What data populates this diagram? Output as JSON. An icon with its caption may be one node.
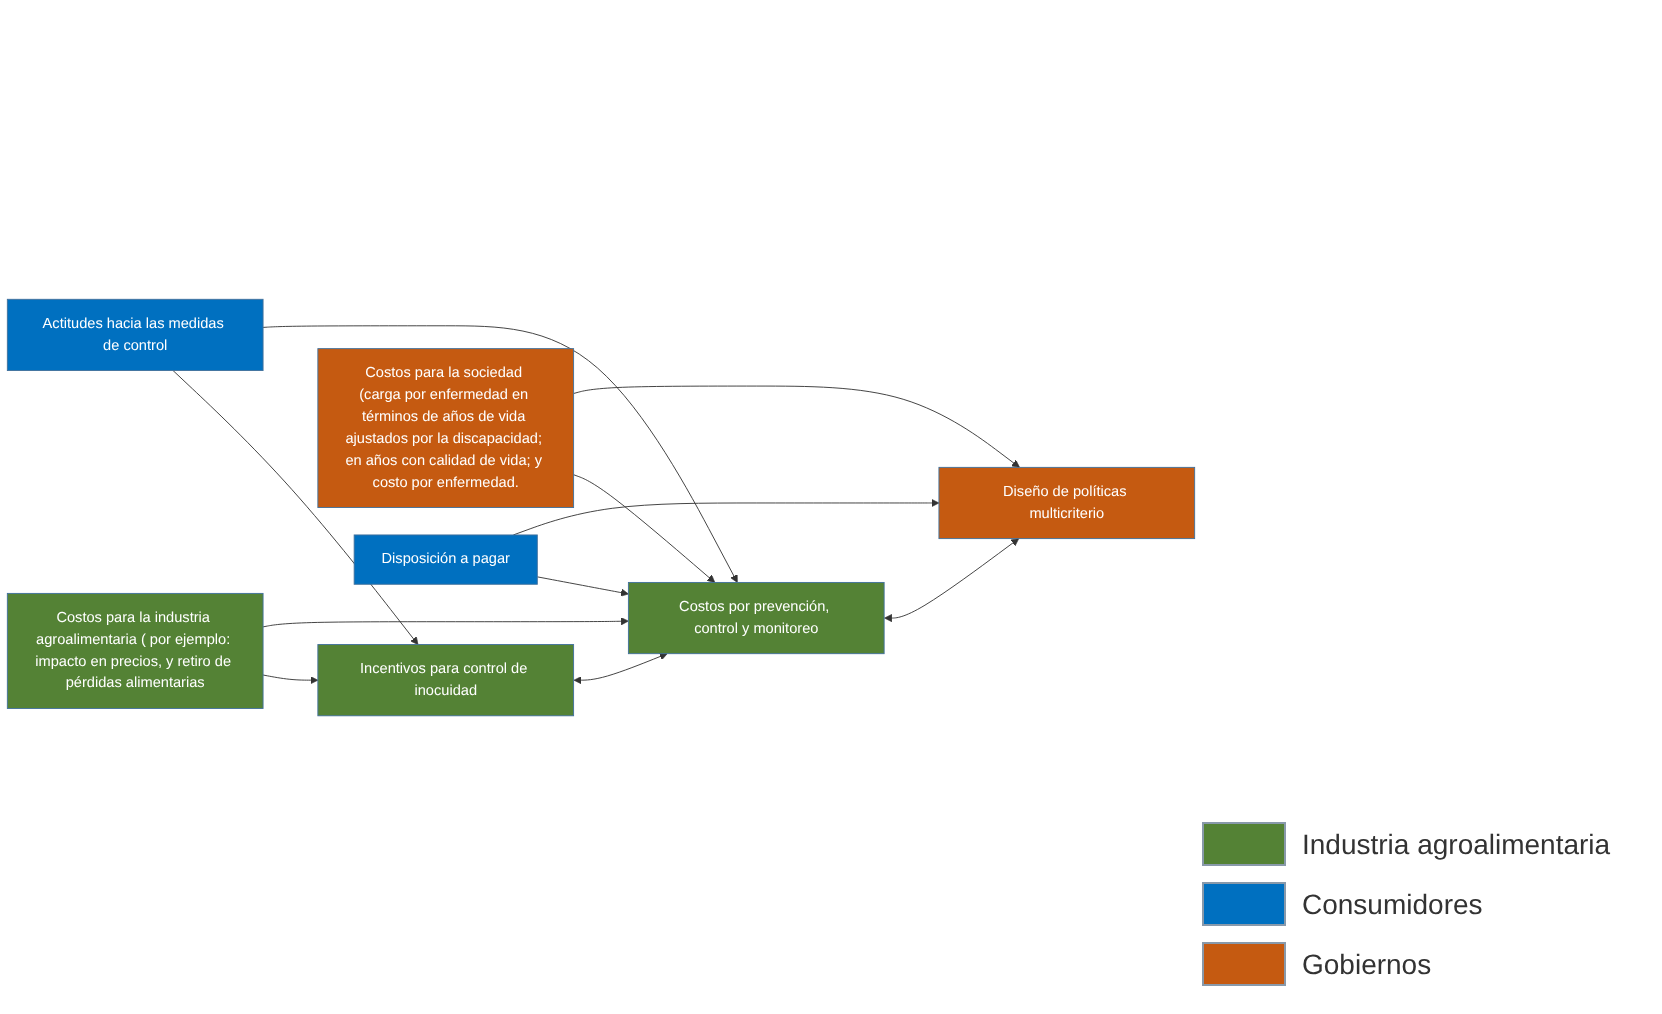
{
  "diagram": {
    "nodes": [
      {
        "text": [
          "Costos para la industria agroalimentaria ( por ejemplo: impacto en precios, y retiro de pérdidas alimentarias"
        ]
      },
      {
        "text": [
          "Incentivos para control de inocuidad"
        ]
      },
      {
        "text": [
          "Actitudes hacia las medidas de control"
        ]
      },
      {
        "text": [
          "Costos para la sociedad (carga por enfermedad en términos de años de vida ajustados por la discapacidad; en años con calidad de vida; y costo por enfermedad."
        ]
      },
      {
        "text": [
          "Costos por prevención, control y monitoreo"
        ]
      },
      {
        "text": [
          "Disposición a pagar"
        ]
      },
      {
        "text": [
          "Diseño de políticas multicriterio"
        ]
      }
    ],
    "edges": [
      {
        "from": 0,
        "to": 1,
        "arrow": "to"
      },
      {
        "from": 0,
        "to": 4,
        "arrow": "to"
      },
      {
        "from": 3,
        "to": 4,
        "arrow": "to"
      },
      {
        "from": 3,
        "to": 6,
        "arrow": "to"
      },
      {
        "from": 2,
        "to": 1,
        "arrow": "to"
      },
      {
        "from": 2,
        "to": 4,
        "arrow": "to"
      },
      {
        "from": 5,
        "to": 4,
        "arrow": "to"
      },
      {
        "from": 5,
        "to": 6,
        "arrow": "to"
      },
      {
        "from": 1,
        "to": 4,
        "arrow": "both"
      },
      {
        "from": 4,
        "to": 6,
        "arrow": "both"
      }
    ],
    "legend": [
      {
        "text": "Industria agroalimentaria",
        "color": "#548235"
      },
      {
        "text": "Consumidores",
        "color": "#0070c0"
      },
      {
        "text": "Gobiernos",
        "color": "#c55a11"
      }
    ]
  }
}
